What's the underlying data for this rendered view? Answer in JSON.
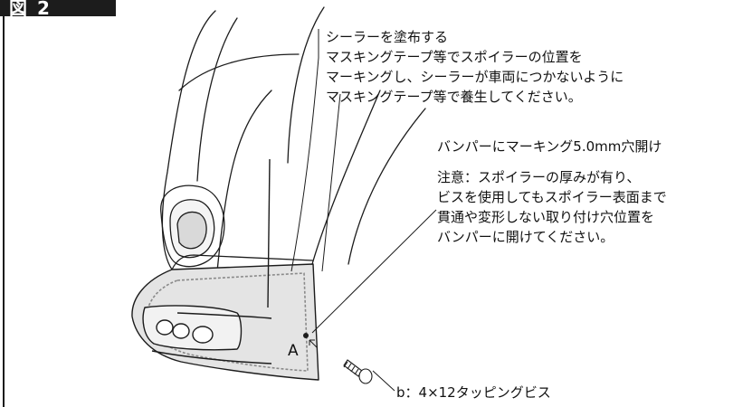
{
  "figure": {
    "badge_label": "図 2"
  },
  "annotations": {
    "sealer": [
      "シーラーを塗布する",
      "マスキングテープ等でスポイラーの位置を",
      "マーキングし、シーラーが車両につかないように",
      "マスキングテープ等で養生してください。"
    ],
    "marking": "バンパーにマーキング5.0mm穴開け",
    "caution": [
      "注意：スポイラーの厚みが有り、",
      "ビスを使用してもスポイラー表面まで",
      "貫通や変形しない取り付け穴位置を",
      "バンパーに開けてください。"
    ],
    "point_a": "A",
    "screw": "b：4×12タッピングビス"
  },
  "colors": {
    "line": "#1c1c1c",
    "spoiler_fill": "#e4e4e4",
    "dashed_outline": "#8a8a8a"
  }
}
